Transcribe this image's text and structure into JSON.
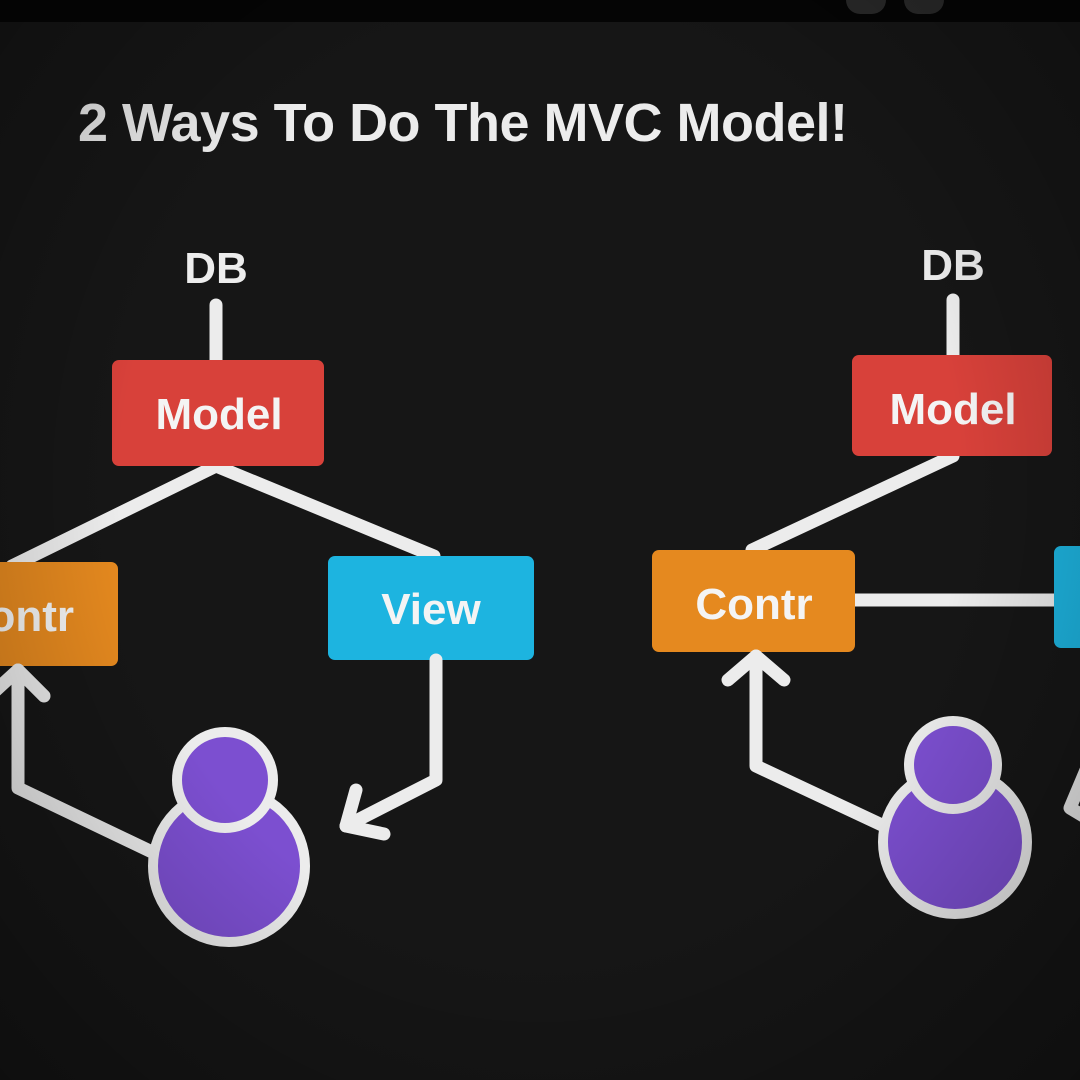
{
  "slide": {
    "title": "2 Ways To Do The MVC Model!"
  },
  "diagram_left": {
    "db_label": "DB",
    "model_label": "Model",
    "controller_label": "ontr",
    "view_label": "View"
  },
  "diagram_right": {
    "db_label": "DB",
    "model_label": "Model",
    "controller_label": "Contr"
  },
  "colors": {
    "background": "#161616",
    "model": "#d8413a",
    "controller": "#e5891f",
    "view": "#1db4e0",
    "user": "#7c4fd0",
    "lines": "#ececec"
  }
}
